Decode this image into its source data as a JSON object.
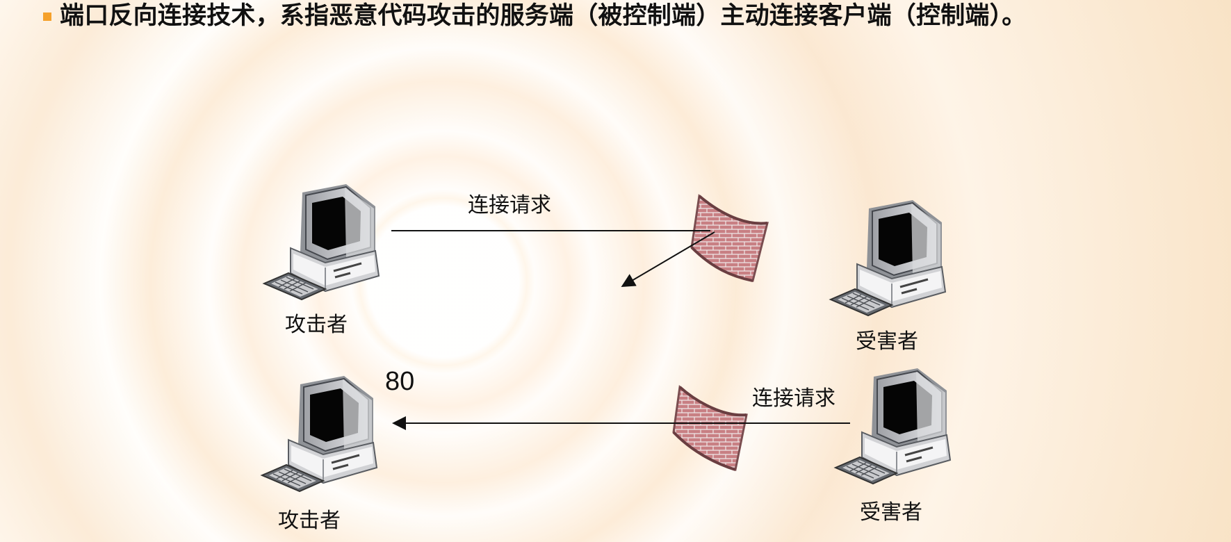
{
  "slide": {
    "title": "端口反向连接技术，系指恶意代码攻击的服务端（被控制端）主动连接客户端（控制端）。"
  },
  "diagram": {
    "top": {
      "attacker_label": "攻击者",
      "victim_label": "受害者",
      "request_label": "连接请求"
    },
    "bottom": {
      "attacker_label": "攻击者",
      "victim_label": "受害者",
      "request_label": "连接请求",
      "port_label": "80"
    }
  },
  "colors": {
    "accent": "#f5a12a",
    "firewall": "#b86b6f",
    "background": "#fff7ee"
  }
}
